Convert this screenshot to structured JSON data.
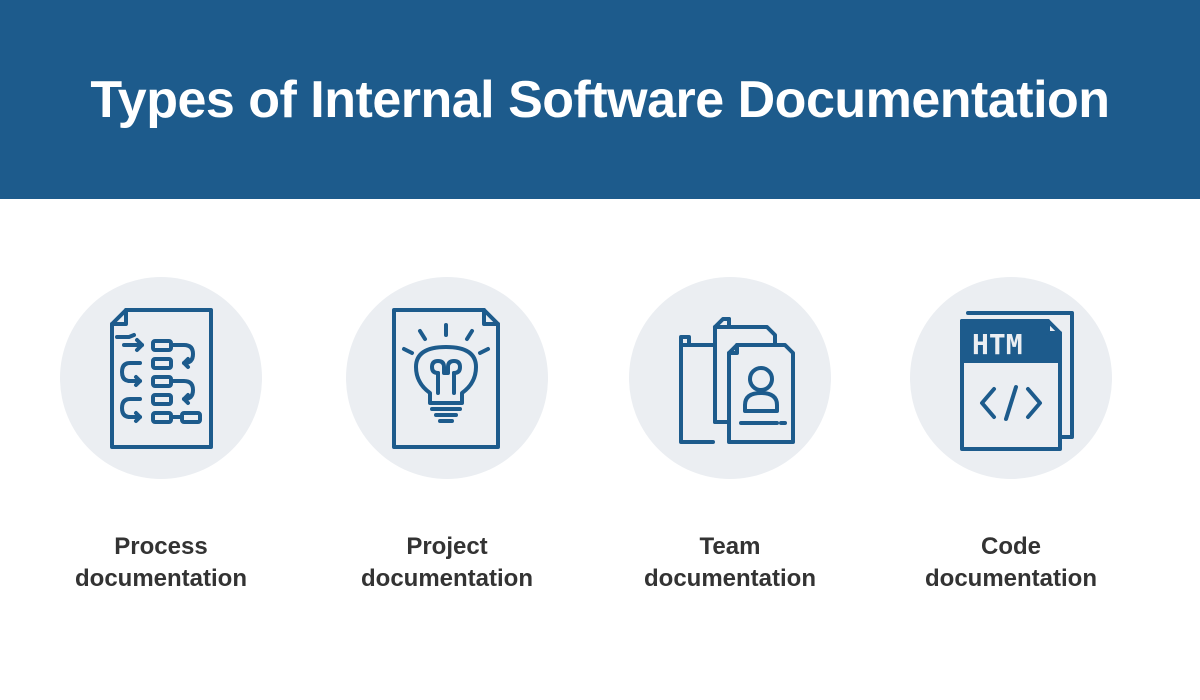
{
  "title": "Types of Internal Software Documentation",
  "colors": {
    "header_bg": "#1d5b8c",
    "icon_stroke": "#1d5b8c",
    "circle_bg": "#ebeef2",
    "label_text": "#333333"
  },
  "items": [
    {
      "icon": "process-flowchart-icon",
      "label_line1": "Process",
      "label_line2": "documentation"
    },
    {
      "icon": "lightbulb-document-icon",
      "label_line1": "Project",
      "label_line2": "documentation"
    },
    {
      "icon": "team-profile-documents-icon",
      "label_line1": "Team",
      "label_line2": "documentation"
    },
    {
      "icon": "html-code-document-icon",
      "icon_text": "HTM",
      "label_line1": "Code",
      "label_line2": "documentation"
    }
  ]
}
